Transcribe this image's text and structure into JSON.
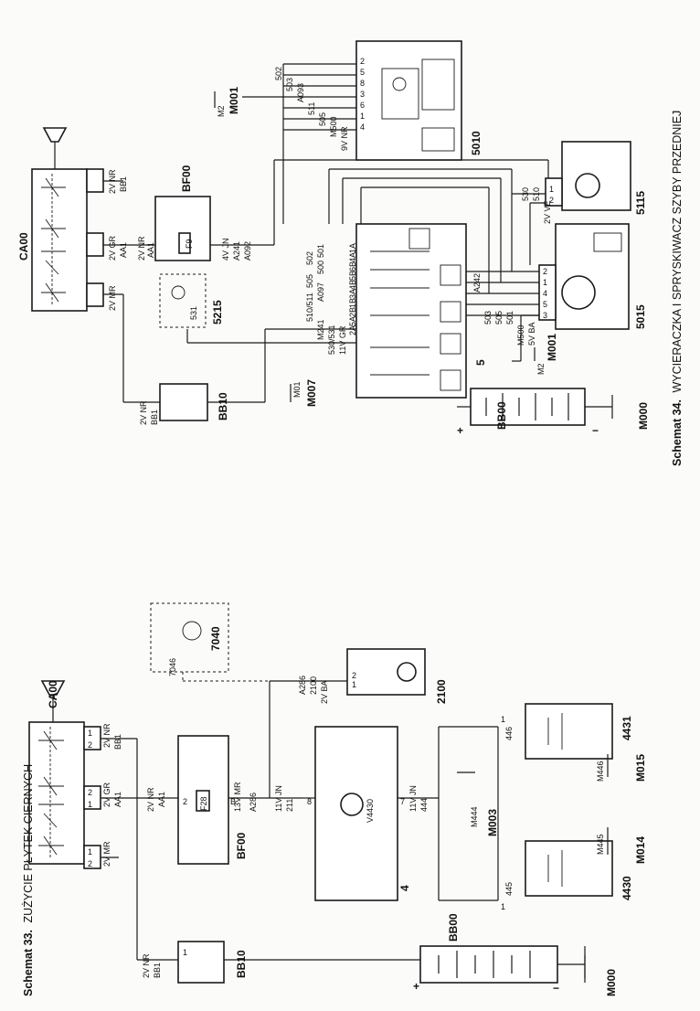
{
  "captions": {
    "s33_num": "Schemat 33.",
    "s33_title": "ZUŻYCIE PŁYTEK CIERNYCH",
    "s34_num": "Schemat 34.",
    "s34_title": "WYCIERACZKA I SPRYSKIWACZ SZYBY PRZEDNIEJ"
  },
  "s33": {
    "ca00": "CA00",
    "bf00": "BF00",
    "bb10": "BB10",
    "bb00": "BB00",
    "m000": "M000",
    "m003": "M003",
    "m014": "M014",
    "m015": "M015",
    "c4": "4",
    "c2100": "2100",
    "c7040": "7040",
    "c4430": "4430",
    "c4431": "4431",
    "fuse": "F28",
    "v4430": "V4430",
    "wires": [
      "2V MR",
      "2V GR",
      "2V NR",
      "AA1",
      "AA1",
      "2V NR",
      "BB1",
      "2V NR",
      "BB1",
      "13V MR",
      "A286",
      "11V JN",
      "211",
      "11V JN",
      "444",
      "2V BA",
      "2100",
      "A286",
      "7046",
      "M444",
      "M445",
      "M446",
      "445",
      "446"
    ],
    "pins": [
      "1",
      "2",
      "2",
      "1",
      "1",
      "2",
      "2",
      "1",
      "B",
      "8",
      "7",
      "2",
      "1",
      "1",
      "1"
    ]
  },
  "s34": {
    "ca00": "CA00",
    "bf00": "BF00",
    "bb10": "BB10",
    "bb00": "BB00",
    "m000": "M000",
    "m001": "M001",
    "m001b": "M001",
    "m007": "M007",
    "c5": "5",
    "c5010": "5010",
    "c5015": "5015",
    "c5115": "5115",
    "c5215": "5215",
    "fuse": "F9",
    "wires": [
      "2V MR",
      "2V GR",
      "AA1",
      "2V NR",
      "BB1",
      "2V NR",
      "AA1",
      "4V JN",
      "A241",
      "A092",
      "2V NR",
      "BB1",
      "M01",
      "11V GR",
      "530/531",
      "M241",
      "531",
      "9V NR",
      "M500",
      "505",
      "511",
      "A093",
      "503",
      "502",
      "M2",
      "M2",
      "5V BA",
      "M500",
      "501",
      "505",
      "503",
      "A242",
      "2V VE",
      "510",
      "530"
    ],
    "c5pins": [
      "2A",
      "5A",
      "2B",
      "1B",
      "3A",
      "4B",
      "5B",
      "6B",
      "4A",
      "1A"
    ],
    "c5wires": [
      "510/511",
      "505",
      "502",
      "A097",
      "500",
      "501"
    ],
    "c5010pins": [
      "4",
      "1",
      "6",
      "3",
      "8",
      "5",
      "2"
    ],
    "c5015pins": [
      "2",
      "1",
      "4",
      "5",
      "3"
    ],
    "c5115pins": [
      "1",
      "2"
    ]
  }
}
